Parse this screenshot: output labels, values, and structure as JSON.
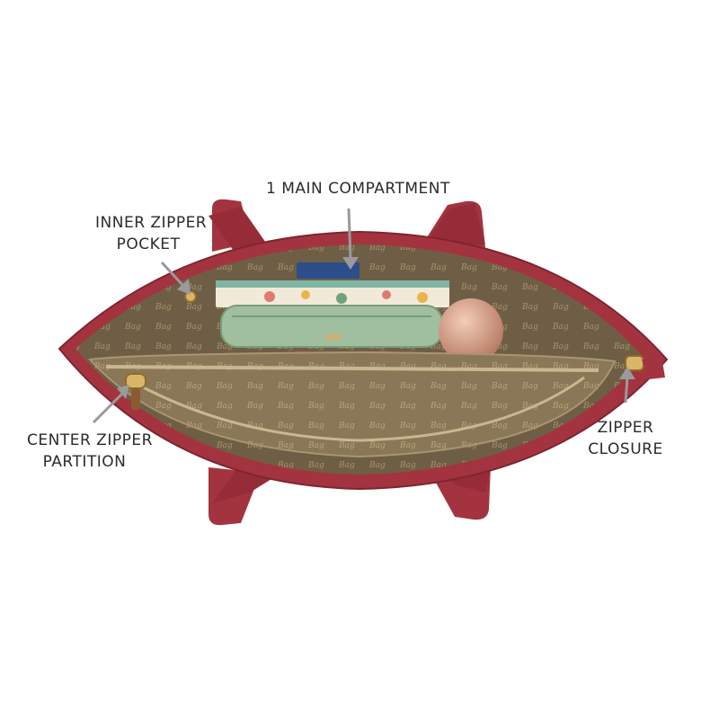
{
  "labels": {
    "main_compartment": "1 MAIN COMPARTMENT",
    "inner_zipper_line1": "INNER ZIPPER",
    "inner_zipper_line2": "POCKET",
    "center_zipper_line1": "CENTER ZIPPER",
    "center_zipper_line2": "PARTITION",
    "zipper_closure_line1": "ZIPPER",
    "zipper_closure_line2": "CLOSURE"
  },
  "colors": {
    "background": "#ffffff",
    "bag_leather": "#a3343f",
    "lining": "#6e5e45",
    "pocket_lining": "#8e7b5a",
    "pouch": "#9fbf9f",
    "sunglasses": "#b84a4a",
    "compact": "#d9a48c",
    "arrow": "#9a9a9a",
    "text": "#2b2b2b"
  }
}
